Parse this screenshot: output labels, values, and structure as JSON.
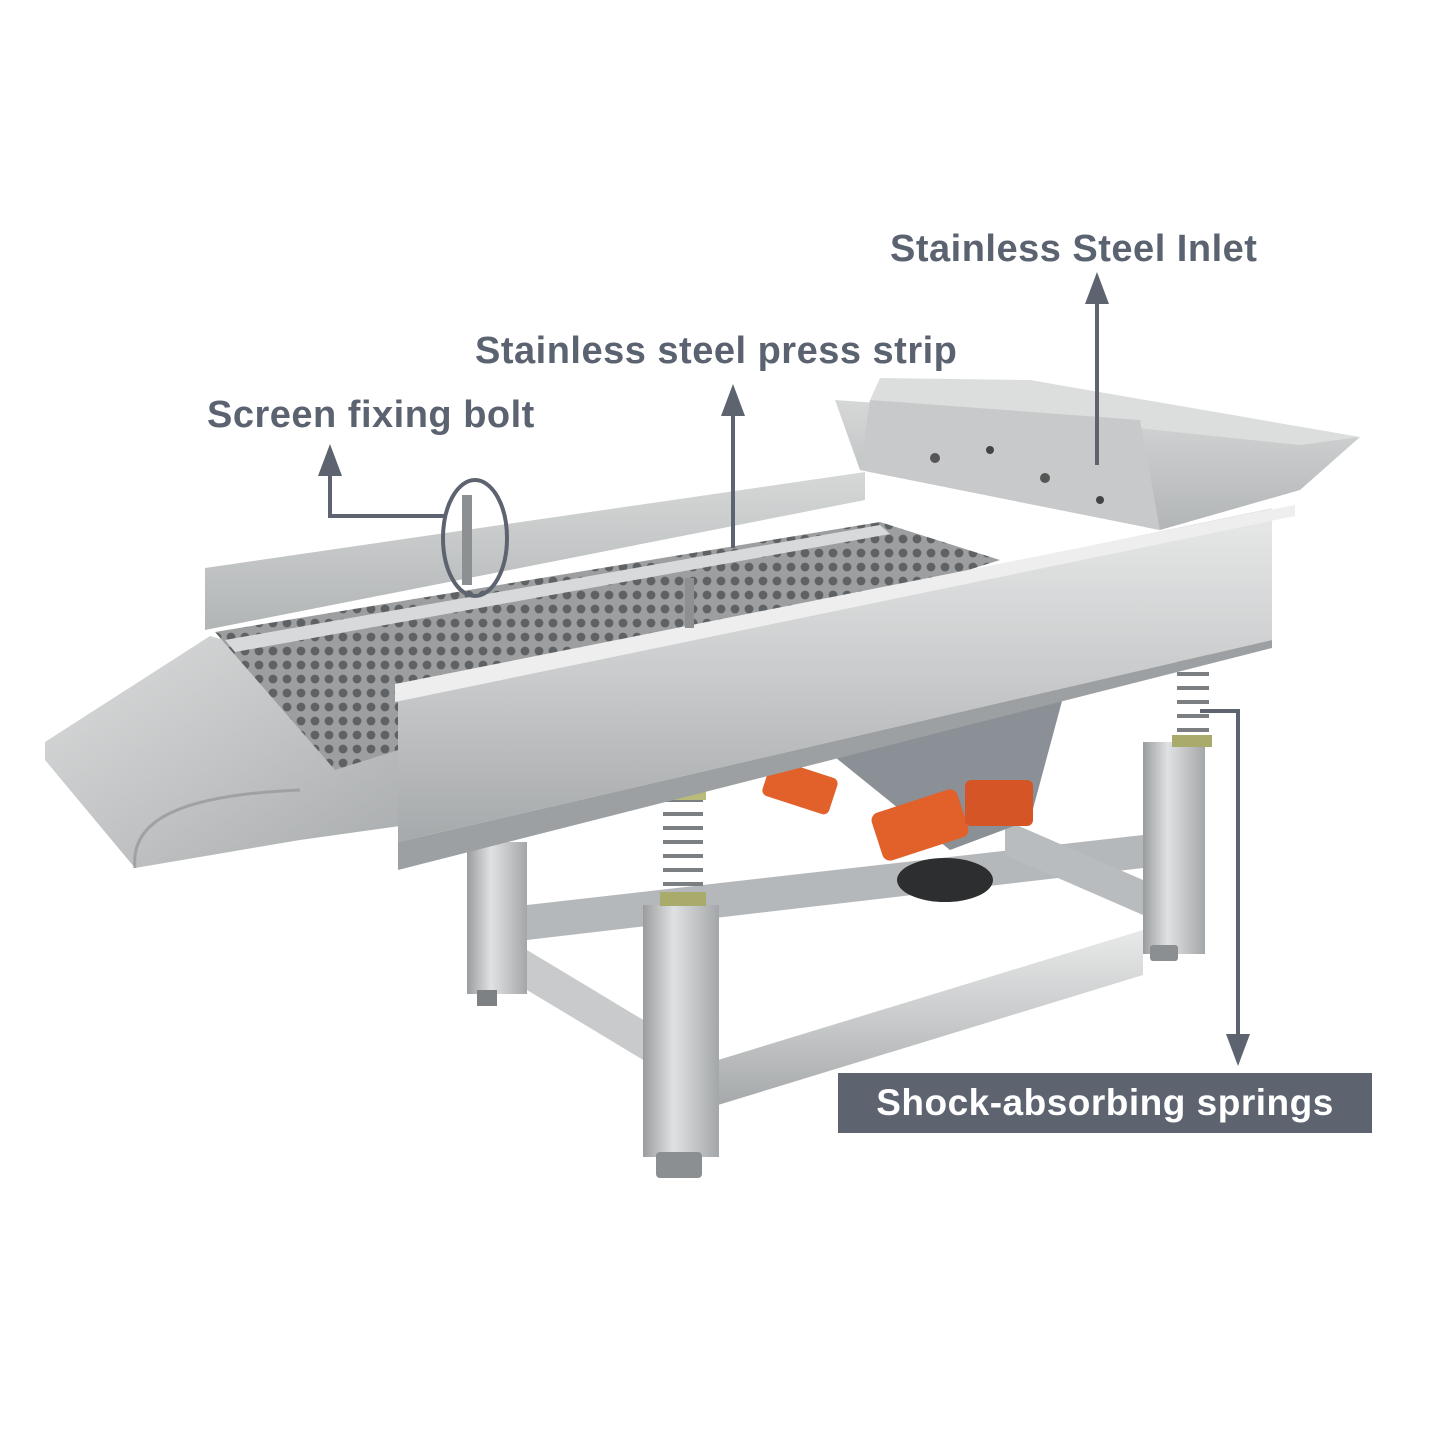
{
  "labels": {
    "inlet": "Stainless Steel Inlet",
    "press_strip": "Stainless steel press strip",
    "fixing_bolt": "Screen fixing bolt",
    "springs": "Shock-absorbing springs"
  },
  "colors": {
    "label_text": "#5b6370",
    "callout_line": "#5d6470",
    "springs_badge_bg": "#5d6470",
    "springs_badge_text": "#ffffff",
    "steel_light": "#e3e4e4",
    "steel_mid": "#b9bbbc",
    "steel_dark": "#8d9092",
    "mesh": "#7d7f80",
    "motor_orange": "#e2602a",
    "motor_housing": "#8a9096"
  }
}
